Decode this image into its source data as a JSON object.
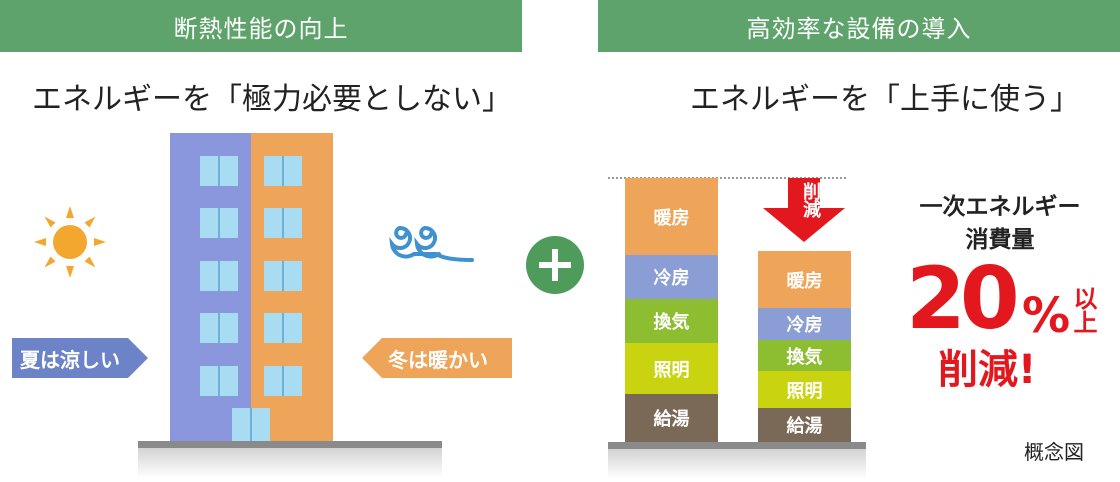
{
  "left": {
    "banner": "断熱性能の向上",
    "subtitle": "エネルギーを「極力必要としない」",
    "summer_label": "夏は涼しい",
    "winter_label": "冬は暖かい"
  },
  "right": {
    "banner": "高効率な設備の導入",
    "subtitle": "エネルギーを「上手に使う」",
    "reduction_arrow": "削減",
    "before_segments": [
      "暖房",
      "冷房",
      "換気",
      "照明",
      "給湯"
    ],
    "after_segments": [
      "暖房",
      "冷房",
      "換気",
      "照明",
      "給湯"
    ],
    "result_line1": "一次エネルギー",
    "result_line2": "消費量",
    "result_number": "20",
    "result_percent": "%",
    "result_ijo": "以上",
    "result_sakugen": "削減!",
    "note": "概念図"
  },
  "colors": {
    "banner": "#5ea36b",
    "heating": "#eea459",
    "cooling": "#8a9dd4",
    "ventilation": "#8dbd30",
    "lighting": "#c9d310",
    "hotwater": "#7b6957",
    "reduction_red": "#e3181f",
    "building_left": "#8b97dc",
    "building_right": "#eea459"
  },
  "icons": [
    "sun-icon",
    "wind-icon",
    "plus-icon",
    "down-arrow-icon"
  ]
}
